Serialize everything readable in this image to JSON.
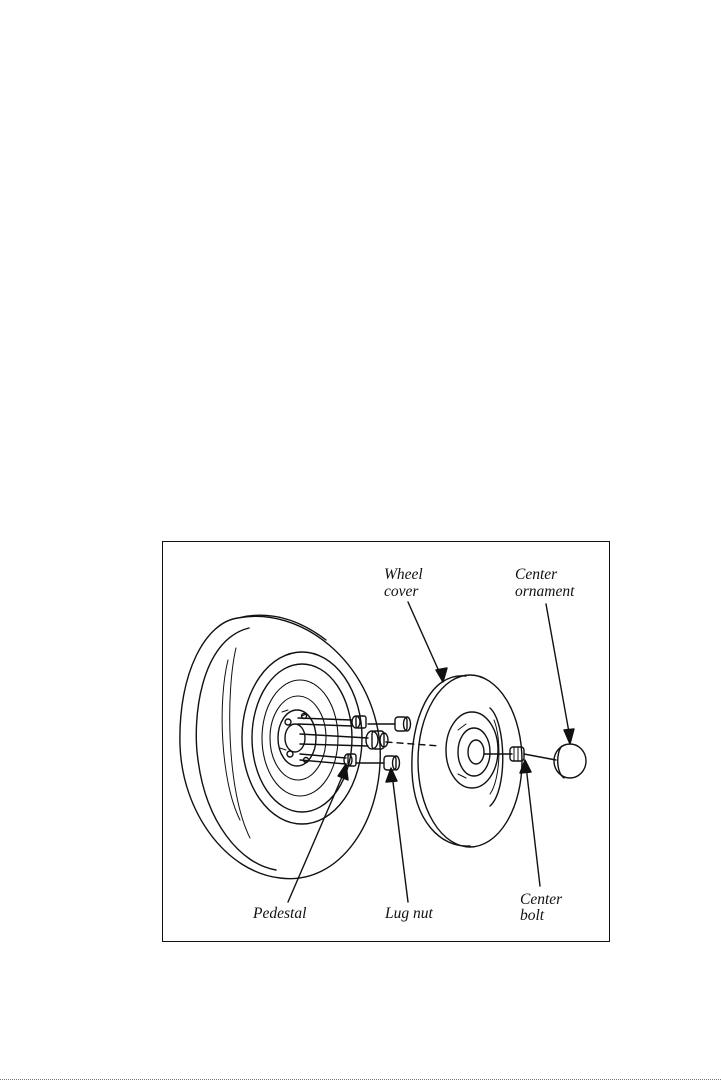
{
  "figure": {
    "labels": {
      "wheel_cover": [
        "Wheel",
        "cover"
      ],
      "center_ornament": [
        "Center",
        "ornament"
      ],
      "pedestal": "Pedestal",
      "lug_nut": "Lug nut",
      "center_bolt": [
        "Center",
        "bolt"
      ]
    }
  }
}
